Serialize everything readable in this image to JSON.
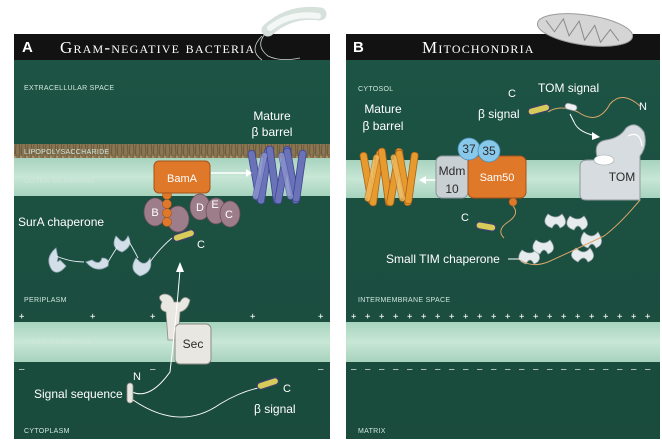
{
  "panels": {
    "left": {
      "letter": "A",
      "title": "Gram-negative bacteria",
      "regions": {
        "extracellular": "EXTRACELLULAR SPACE",
        "lps": "LIPOPOLYSACCHARIDE",
        "outer_membrane": "OUTER MEMBRANE",
        "periplasm": "PERIPLASM",
        "inner_membrane": "INNER MEMBRANE",
        "cytoplasm": "CYTOPLASM"
      },
      "labels": {
        "mature_1": "Mature",
        "mature_2": "β barrel",
        "surA": "SurA chaperone",
        "bamA": "BamA",
        "bam_b": "B",
        "bam_c": "C",
        "bam_d": "D",
        "bam_e": "E",
        "c_term_1": "C",
        "sec": "Sec",
        "n_term": "N",
        "signal_sequence": "Signal sequence",
        "c_term_2": "C",
        "beta_signal": "β signal"
      },
      "charges": {
        "plus": "+",
        "minus": "–"
      }
    },
    "right": {
      "letter": "B",
      "title": "Mitochondria",
      "regions": {
        "cytosol": "CYTOSOL",
        "intermembrane": "INTERMEMBRANE SPACE",
        "matrix": "MATRIX"
      },
      "labels": {
        "mature_1": "Mature",
        "mature_2": "β barrel",
        "c_top": "C",
        "beta_signal": "β signal",
        "tom_signal": "TOM signal",
        "n_term": "N",
        "tom": "TOM",
        "mdm_1": "Mdm",
        "mdm_2": "10",
        "sam50": "Sam50",
        "p37": "37",
        "p35": "35",
        "c_low": "C",
        "small_tim": "Small TIM chaperone"
      },
      "charges": {
        "plus": "+",
        "minus": "–"
      }
    }
  },
  "colors": {
    "background": "#205747",
    "membrane": "#b7ddc9",
    "header": "#121212",
    "orange": "#e0782a",
    "barrel_blue": "#6a72b8",
    "barrel_orange": "#e79a2e",
    "surA": "#d2dfe8",
    "bam_lobe": "#9e7d8b",
    "grey_protein": "#c9d0d4",
    "cyan": "#88c8ea"
  }
}
